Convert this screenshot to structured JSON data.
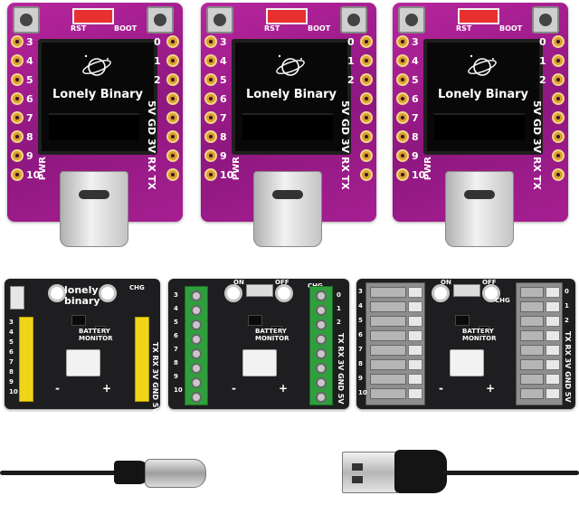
{
  "purple_board": {
    "brand": "Lonely Binary",
    "left_pins": [
      "3",
      "4",
      "5",
      "6",
      "7",
      "8",
      "9",
      "10"
    ],
    "right_pins": [
      "0",
      "1",
      "2"
    ],
    "right_side_label": "5V GD 3V RX TX",
    "pwr_label": "PWR",
    "boot_label": "BOOT",
    "rst_label": "RST",
    "colors": {
      "pcb": "#9c1b8c",
      "pads": "#d9a02a",
      "led": "#e83030"
    }
  },
  "breakout_boards": {
    "brand_lines": [
      "lonely",
      "binary"
    ],
    "chg_label": "CHG",
    "switch_on": "ON",
    "switch_off": "OFF",
    "monitor_label": [
      "BATTERY",
      "MONITOR"
    ],
    "left_numbers": [
      "3",
      "4",
      "5",
      "6",
      "7",
      "8",
      "9",
      "10"
    ],
    "right_numbers": [
      "0",
      "1",
      "2",
      "TX",
      "RX",
      "3V",
      "GND",
      "5V"
    ],
    "colors": {
      "pcb": "#1e1e20",
      "header": "#f0d418",
      "green_terminal": "#2f9e3c",
      "grey_terminal": "#8e8e8e"
    }
  },
  "cables": {
    "left_connector": "usb-c-plug-icon",
    "right_connector": "usb-a-plug-icon"
  }
}
